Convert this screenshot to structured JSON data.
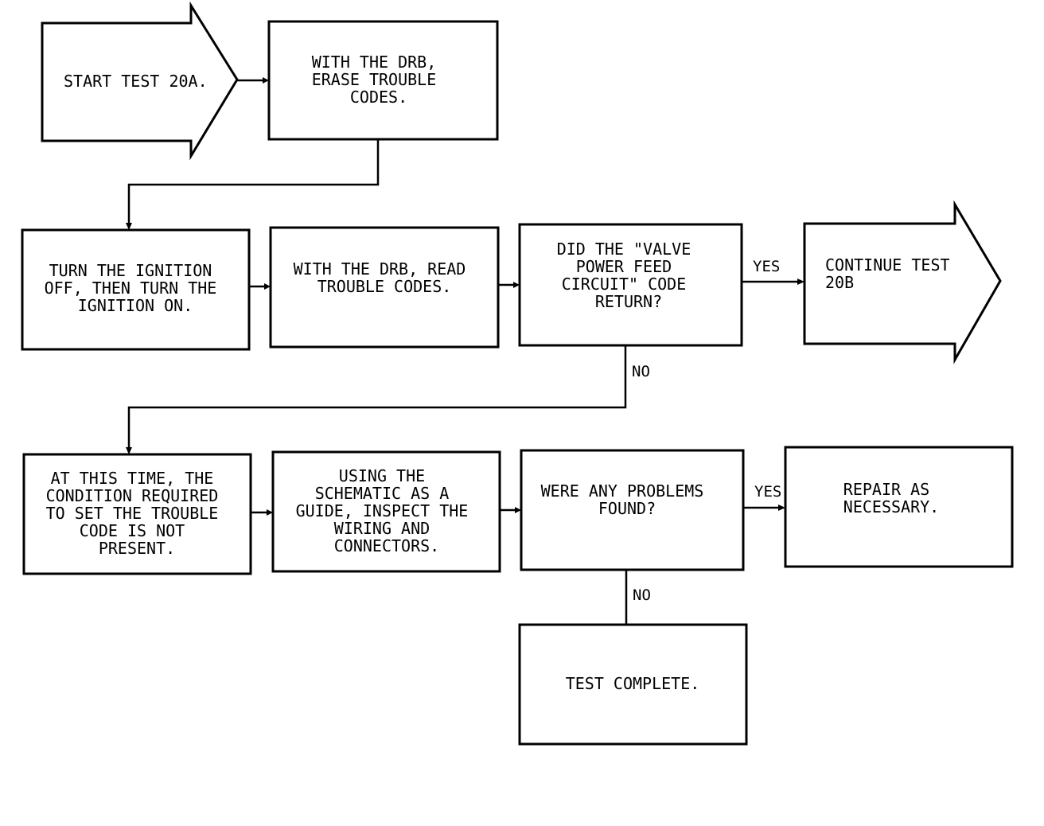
{
  "nodes": {
    "start": [
      "START TEST 20A."
    ],
    "erase": [
      "WITH THE DRB,",
      "ERASE TROUBLE",
      "CODES."
    ],
    "ignition": [
      "TURN THE IGNITION",
      "OFF, THEN TURN THE",
      "IGNITION ON."
    ],
    "read": [
      "WITH THE DRB, READ",
      "TROUBLE CODES."
    ],
    "question1": [
      "DID THE \"VALVE",
      "POWER FEED",
      "CIRCUIT\" CODE",
      "RETURN?"
    ],
    "continue": [
      "CONTINUE TEST",
      "20B"
    ],
    "condition": [
      "AT THIS TIME, THE",
      "CONDITION REQUIRED",
      "TO SET THE TROUBLE",
      "CODE IS NOT",
      "PRESENT."
    ],
    "inspect": [
      "USING THE",
      "SCHEMATIC AS A",
      "GUIDE, INSPECT THE",
      "WIRING AND",
      "CONNECTORS."
    ],
    "question2": [
      "WERE ANY PROBLEMS",
      "FOUND?"
    ],
    "repair": [
      "REPAIR AS",
      "NECESSARY."
    ],
    "complete": [
      "TEST COMPLETE."
    ]
  },
  "edges": {
    "q1_yes": "YES",
    "q1_no": "NO",
    "q2_yes": "YES",
    "q2_no": "NO"
  }
}
